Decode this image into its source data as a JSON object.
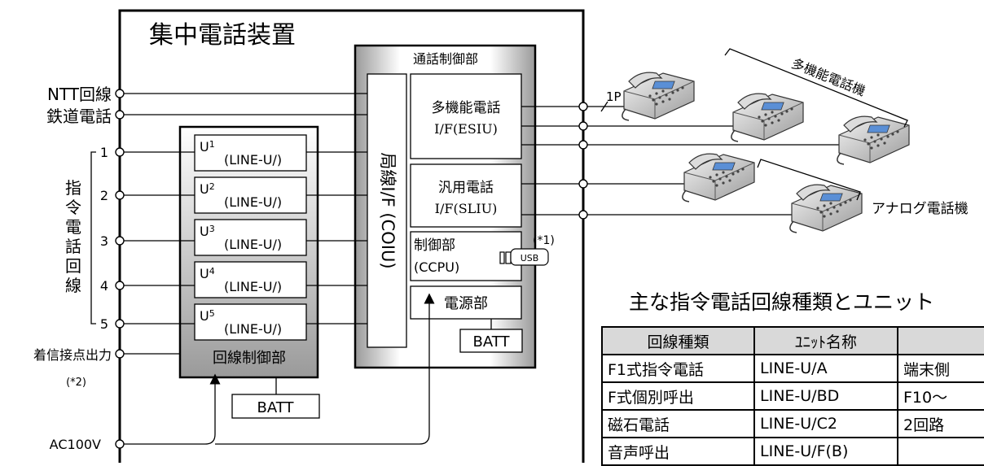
{
  "device_title": "集中電話装置",
  "call_control": {
    "title": "通話制御部",
    "coiu_label": "局線I/F (COIU)",
    "esiu": {
      "line1": "多機能電話",
      "line2": "I/F(ESIU)"
    },
    "sliu": {
      "line1": "汎用電話",
      "line2": "I/F(SLIU)"
    },
    "ccpu": {
      "line1": "制御部",
      "line2": "(CCPU)",
      "usb": "USB",
      "note": "(*1)"
    },
    "power": "電源部",
    "batt": "BATT"
  },
  "line_control": {
    "title": "回線制御部",
    "units": [
      {
        "name": "U",
        "sub": "1",
        "type": "(LINE-U/)"
      },
      {
        "name": "U",
        "sub": "2",
        "type": "(LINE-U/)"
      },
      {
        "name": "U",
        "sub": "3",
        "type": "(LINE-U/)"
      },
      {
        "name": "U",
        "sub": "4",
        "type": "(LINE-U/)"
      },
      {
        "name": "U",
        "sub": "5",
        "type": "(LINE-U/)"
      }
    ],
    "batt": "BATT"
  },
  "left_labels": {
    "ntt": "NTT回線",
    "railway": "鉄道電話",
    "command_line_chars": [
      "指",
      "令",
      "電",
      "話",
      "回",
      "線"
    ],
    "command_numbers": [
      "1",
      "2",
      "3",
      "4",
      "5"
    ],
    "contact_output": "着信接点出力",
    "contact_note": "(*2)",
    "ac": "AC100V"
  },
  "right_labels": {
    "pair": "1P",
    "multifunction_phones": "多機能電話機",
    "analog_phones": "アナログ電話機"
  },
  "table": {
    "caption": "主な指令電話回線種類とユニット",
    "headers": [
      "回線種類",
      "ﾕﾆｯﾄ名称",
      ""
    ],
    "rows": [
      [
        "F1式指令電話",
        "LINE-U/A",
        "端末側"
      ],
      [
        "F式個別呼出",
        "LINE-U/BD",
        "F10～"
      ],
      [
        "磁石電話",
        "LINE-U/C2",
        "2回路"
      ],
      [
        "音声呼出",
        "LINE-U/F(B)",
        ""
      ]
    ]
  }
}
